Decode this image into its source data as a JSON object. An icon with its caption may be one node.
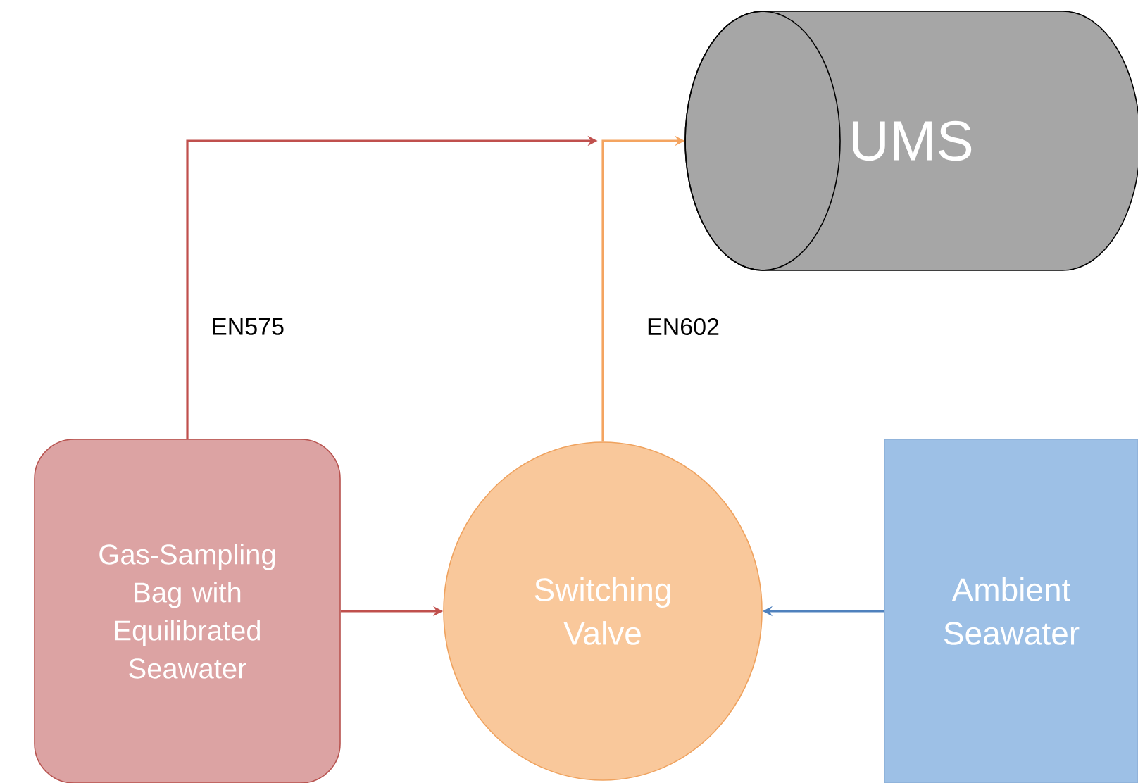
{
  "diagram": {
    "nodes": [
      {
        "text": [
          "UMS"
        ]
      },
      {
        "text": [
          "Gas-Sampling Bag with Equilibrated Seawater"
        ]
      },
      {
        "text": [
          "Switching Valve"
        ]
      },
      {
        "text": [
          "Ambient Seawater"
        ]
      }
    ],
    "edges": [
      {
        "from": 1,
        "to": 0,
        "arrow": "to",
        "label": "EN575",
        "color": "#c0504d"
      },
      {
        "from": 2,
        "to": 0,
        "arrow": "to",
        "label": "EN602"
      },
      {
        "from": 1,
        "to": 2,
        "arrow": "to",
        "color": "#c0504d"
      },
      {
        "from": 3,
        "to": 2,
        "arrow": "to",
        "color": "#4f81bd"
      }
    ]
  }
}
